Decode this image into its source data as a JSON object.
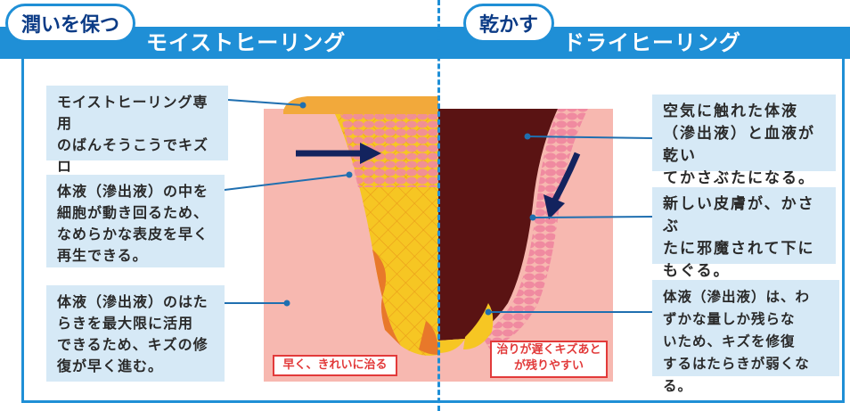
{
  "header": {
    "left_badge": "潤いを保つ",
    "left_title": "モイストヒーリング",
    "right_badge": "乾かす",
    "right_title": "ドライヒーリング"
  },
  "left_callouts": [
    "モイストヒーリング専用\nのばんそうこうでキズロ\nをぴったり覆う。",
    "体液（滲出液）の中を\n細胞が動き回るため、\nなめらかな表皮を早く\n再生できる。",
    "体液（滲出液）のはた\nらきを最大限に活用\nできるため、キズの修\n復が早く進む。"
  ],
  "right_callouts": [
    "空気に触れた体液\n（滲出液）と血液が乾い\nてかさぶたになる。",
    "新しい皮膚が、かさぶ\nたに邪魔されて下に\nもぐる。",
    "体液（滲出液）は、わ\nずかな量しか残らな\nいため、キズを修復\nするはたらきが弱くなる。"
  ],
  "left_tag": "早く、きれいに治る",
  "right_tag": "治りが遅くキズあと\nが残りやすい",
  "colors": {
    "header_blue": "#1f8fd6",
    "callout_bg": "#d6e9f6",
    "skin": "#f7b8b0",
    "bandage": "#f2a93b",
    "exudate": "#f6c623",
    "scab": "#5a1313",
    "cells": "#f08aa0",
    "arrow": "#13235e",
    "tag_red": "#e23a3a"
  },
  "icons": [
    "right-arrow-icon",
    "down-left-arrow-icon"
  ]
}
